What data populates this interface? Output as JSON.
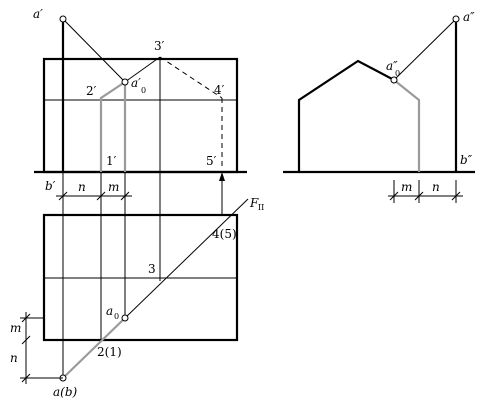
{
  "labels": {
    "a_prime": "a′",
    "three_prime": "3′",
    "two_prime": "2′",
    "a0_prime": "a′",
    "a0_prime_sub": "0",
    "four_prime": "4′",
    "one_prime": "1′",
    "five_prime": "5′",
    "b_prime": "b′",
    "n_left": "n",
    "m_left": "m",
    "F_main": "F",
    "F_sub": "II",
    "four_five": "4(5)",
    "three": "3",
    "a0": "a",
    "a0_sub": "0",
    "m_vert": "m",
    "n_vert": "n",
    "two_one": "2(1)",
    "a_b": "a(b)",
    "a_dprime": "a″",
    "a0_dprime": "a″",
    "a0_dprime_sub": "0",
    "b_dprime": "b″",
    "m_right": "m",
    "n_right": "n"
  },
  "colors": {
    "line": "#000000",
    "hidden_edge": "#9a9a9a"
  }
}
